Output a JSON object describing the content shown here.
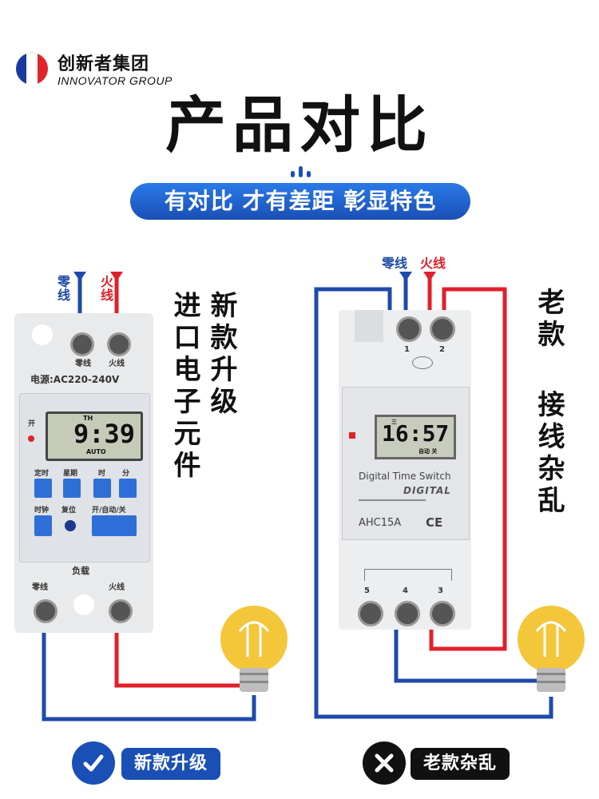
{
  "brand": {
    "name_cn": "创新者集团",
    "name_en": "INNOVATOR GROUP",
    "flag_colors": [
      "#1a3aa0",
      "#ffffff",
      "#e0242a"
    ]
  },
  "title": "产品对比",
  "tagline": "有对比 才有差距 彰显特色",
  "colors": {
    "accent": "#1a4fb5",
    "wire_blue": "#1f4aa8",
    "wire_red": "#e1202a",
    "bulb": "#f4c63a"
  },
  "new_device": {
    "wire_labels": {
      "neutral": "零线",
      "live": "火线"
    },
    "terminal_labels": {
      "neutral": "零线",
      "live": "火线"
    },
    "power_label": "电源:AC220-240V",
    "indicator_label": "开",
    "lcd": {
      "time": "9:39",
      "top": "TH",
      "mode": "AUTO"
    },
    "buttons_row1": [
      "定时",
      "星期",
      "时",
      "分"
    ],
    "buttons_row2": [
      "时钟",
      "复位",
      "开/自动/关"
    ],
    "load_label": "负载",
    "bottom_terminals": {
      "neutral": "零线",
      "live": "火线"
    },
    "side_text_1": "新款升级",
    "side_text_2": "进口电子元件",
    "badge": "新款升级",
    "badge_icon": "check-icon"
  },
  "old_device": {
    "wire_labels": {
      "neutral": "零线",
      "live": "火线"
    },
    "terminal_numbers_top": [
      "1",
      "2"
    ],
    "lcd": {
      "time": "16:57",
      "top": "三",
      "mode": "自动 关"
    },
    "name": "Digital Time Switch",
    "brand_mark": "DIGITAL",
    "model": "AHC15A",
    "cert": "CE",
    "terminal_numbers_bottom": [
      "5",
      "4",
      "3"
    ],
    "side_text_1": "老款",
    "side_text_2": "接线杂乱",
    "badge": "老款杂乱",
    "badge_icon": "cross-icon"
  }
}
